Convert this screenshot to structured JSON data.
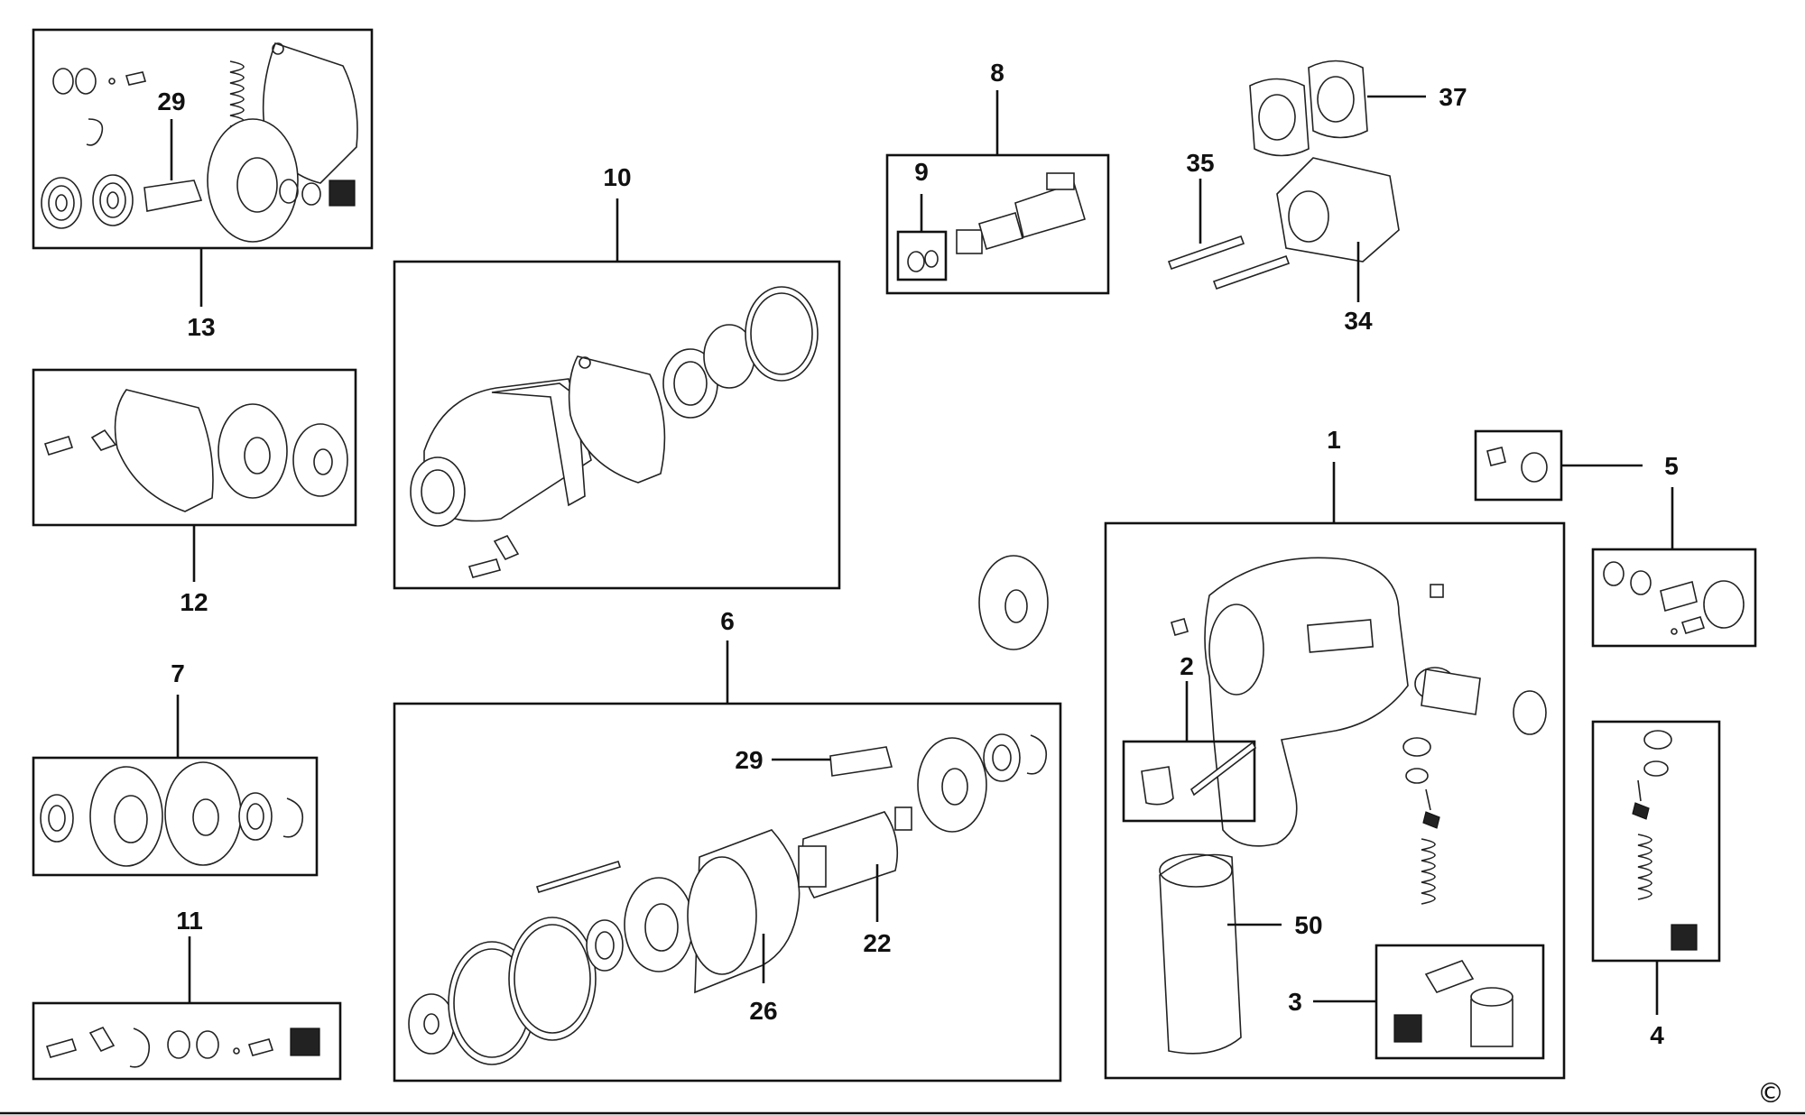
{
  "labels": {
    "l1": "1",
    "l2": "2",
    "l3": "3",
    "l4": "4",
    "l5": "5",
    "l6": "6",
    "l7": "7",
    "l8": "8",
    "l9": "9",
    "l10": "10",
    "l11": "11",
    "l12": "12",
    "l13": "13",
    "l22": "22",
    "l26": "26",
    "l29a": "29",
    "l29b": "29",
    "l34": "34",
    "l35": "35",
    "l37": "37",
    "l50": "50"
  },
  "copyright": "©"
}
